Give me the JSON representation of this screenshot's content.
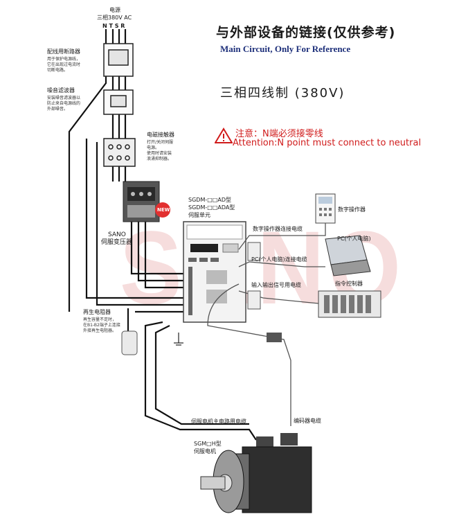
{
  "header": {
    "title": "与外部设备的链接(仅供参考)",
    "subtitle": "Main Circuit, Only For Reference",
    "system": "三相四线制 (380V)"
  },
  "warning": {
    "icon": "warning-triangle-icon",
    "color": "#d01b1b",
    "cn": "注意：N端必须接零线",
    "en": "Attention:N point must connect to neutral"
  },
  "power": {
    "label1": "电源",
    "label2": "三相380V AC",
    "terminals": "N  T S R"
  },
  "breaker": {
    "title": "配线用断路器",
    "lines": [
      "用于保护电源线，",
      "它在出现过电流时",
      "切断电路。"
    ]
  },
  "filter": {
    "title": "噪音滤波器",
    "lines": [
      "安装噪音滤波器以",
      "防止来自电源线的",
      "外部噪音。"
    ]
  },
  "contactor": {
    "title": "电磁接触器",
    "lines": [
      "打开/关闭伺服",
      "电源。",
      "使用时请安装",
      "浪涌抑制器。"
    ]
  },
  "transformer": {
    "brand": "SANO",
    "label": "伺服变压器",
    "badge": "NEW"
  },
  "servo_unit": {
    "model1": "SGDM-□□AD型",
    "model2": "SGDM-□□ADA型",
    "label": "伺服单元"
  },
  "regen": {
    "title": "再生电阻器",
    "lines": [
      "再生容量不足时，",
      "在B1-B2端子上连接",
      "外接再生电阻器。"
    ]
  },
  "peripherals": {
    "digital_operator": "数字操作器",
    "operator_cable": "数字操作器连接电缆",
    "pc": "PC(个人电脑)",
    "pc_cable": "PC(个人电脑)连接电缆",
    "io_cable": "输入输出信号用电缆",
    "controller": "指令控制器"
  },
  "motor": {
    "main_cable": "伺服电机主电路用电缆",
    "encoder_cable": "编码器电缆",
    "model": "SGM□H型",
    "label": "伺服电机"
  },
  "watermark": "SANO",
  "colors": {
    "accent_blue": "#1d2f7a",
    "warning_red": "#d01b1b",
    "cable_gray": "#9a9a9a"
  }
}
